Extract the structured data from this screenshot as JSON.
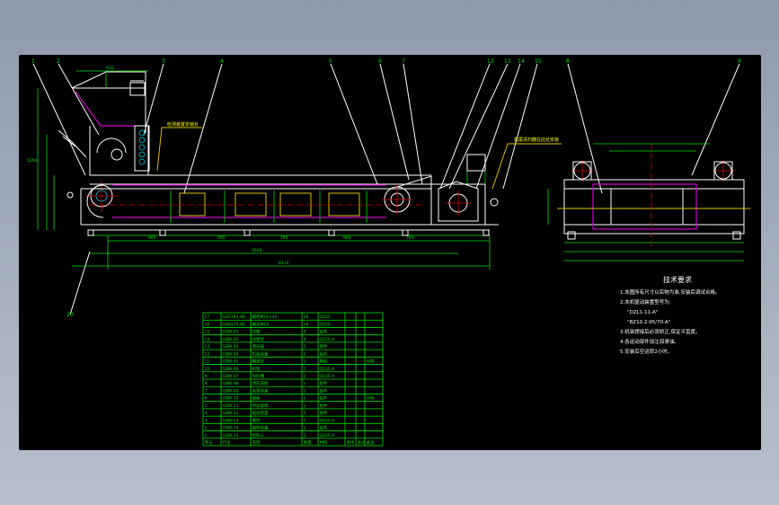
{
  "colors": {
    "window_bg": "#a7b2c2",
    "sheet": "#000000",
    "line": "#00e000",
    "outline": "#ffffff",
    "center": "#e00000",
    "belt": "#d000d0",
    "pipe": "#e0c000",
    "hatch": "#00d0e0"
  },
  "balloons_top": [
    "1",
    "2",
    "3",
    "4",
    "5",
    "6",
    "7",
    "12",
    "13",
    "14",
    "15",
    "8",
    "9"
  ],
  "balloon_bottom": "10",
  "annotation_left": "检测装置安装处",
  "annotation_right": "机尾清扫器在此处安装",
  "tech_notes": {
    "title": "技术要求",
    "lines": [
      "1.本图所有尺寸以实物为准,安装后调试合格。",
      "2.本机驱动装置型号为:",
      "\"DZL1-11-A\"",
      "\"BZ10.2-95/70-A\"",
      "3.机架焊接后必须矫正,保证平直度。",
      "4.各运动部件加注润滑油。",
      "5.安装后空运转2小时。"
    ]
  },
  "bom": {
    "header": [
      "序号",
      "代号",
      "名称",
      "数量",
      "材料",
      "单件",
      "总计",
      "备注"
    ],
    "rows": [
      [
        "17",
        "GB5783-86",
        "螺栓M16×40",
        "16",
        "Q235",
        "",
        "",
        ""
      ],
      [
        "16",
        "GB6170-86",
        "螺母M16",
        "16",
        "Q235",
        "",
        "",
        ""
      ],
      [
        "15",
        "GBW-01",
        "托辊",
        "4",
        "组件",
        "",
        "",
        ""
      ],
      [
        "14",
        "GBW-02",
        "托辊架",
        "4",
        "Q235-A",
        "",
        "",
        ""
      ],
      [
        "13",
        "GBW-03",
        "清扫器",
        "1",
        "组件",
        "",
        "",
        ""
      ],
      [
        "12",
        "GBW-04",
        "机尾装置",
        "1",
        "组件",
        "",
        "",
        ""
      ],
      [
        "11",
        "GBW-05",
        "输送带",
        "1",
        "橡胶",
        "",
        "",
        "外购"
      ],
      [
        "10",
        "GBW-06",
        "机架",
        "1",
        "Q235-A",
        "",
        "",
        ""
      ],
      [
        "9",
        "GBW-07",
        "导料槽",
        "1",
        "Q235-A",
        "",
        "",
        ""
      ],
      [
        "8",
        "GBW-08",
        "改向滚筒",
        "1",
        "组件",
        "",
        "",
        ""
      ],
      [
        "7",
        "GBW-09",
        "张紧装置",
        "1",
        "组件",
        "",
        "",
        ""
      ],
      [
        "6",
        "GBW-10",
        "链板",
        "1",
        "组件",
        "",
        "",
        "外购"
      ],
      [
        "5",
        "GBW-11",
        "传动滚筒",
        "1",
        "组件",
        "",
        "",
        ""
      ],
      [
        "4",
        "GBW-12",
        "驱动装置",
        "1",
        "组件",
        "",
        "",
        ""
      ],
      [
        "3",
        "GBW-13",
        "罩壳",
        "1",
        "Q235-A",
        "",
        "",
        ""
      ],
      [
        "2",
        "GBW-14",
        "破碎装置",
        "1",
        "组件",
        "",
        "",
        ""
      ],
      [
        "1",
        "GBW-15",
        "给料斗",
        "1",
        "Q235-A",
        "",
        "",
        ""
      ]
    ]
  },
  "dims_front": {
    "top_left": "650",
    "left_height": "1260",
    "bottom_pitches": [
      "960",
      "760",
      "760",
      "960",
      "760"
    ],
    "overall_upper": "5600",
    "overall_lower": "6210"
  }
}
